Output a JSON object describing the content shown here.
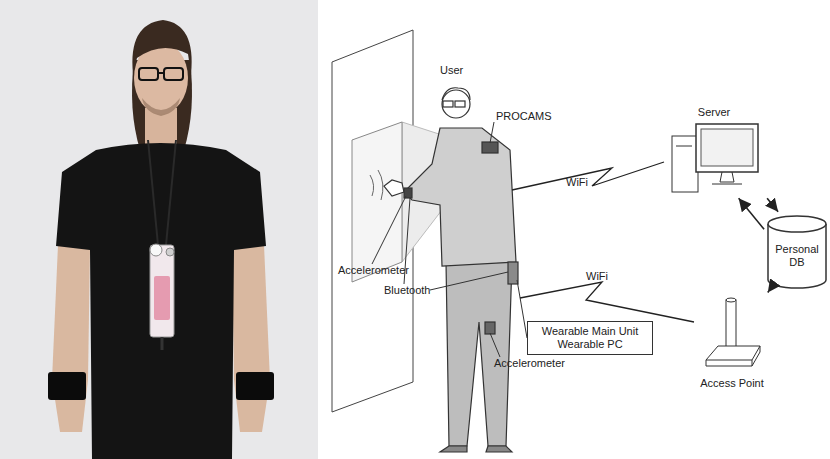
{
  "diagram": {
    "nodes": [
      {
        "text": [
          "Server"
        ]
      },
      {
        "text": [
          "Personal DB"
        ]
      },
      {
        "text": [
          "Access Point"
        ]
      },
      {
        "text": [
          "Wearable Main Unit",
          "Wearable PC"
        ]
      }
    ],
    "edges": [
      {
        "from": 0,
        "to": 1,
        "arrow": "to"
      },
      {
        "from": 1,
        "to": 0,
        "arrow": "to"
      },
      {
        "from": 2,
        "to": 1,
        "arrow": "to"
      }
    ],
    "labels": [
      "User",
      "PROCAMS",
      "WiFi",
      "Accelerometer",
      "WiFi",
      "Bluetooth",
      "Accelerometer"
    ]
  }
}
